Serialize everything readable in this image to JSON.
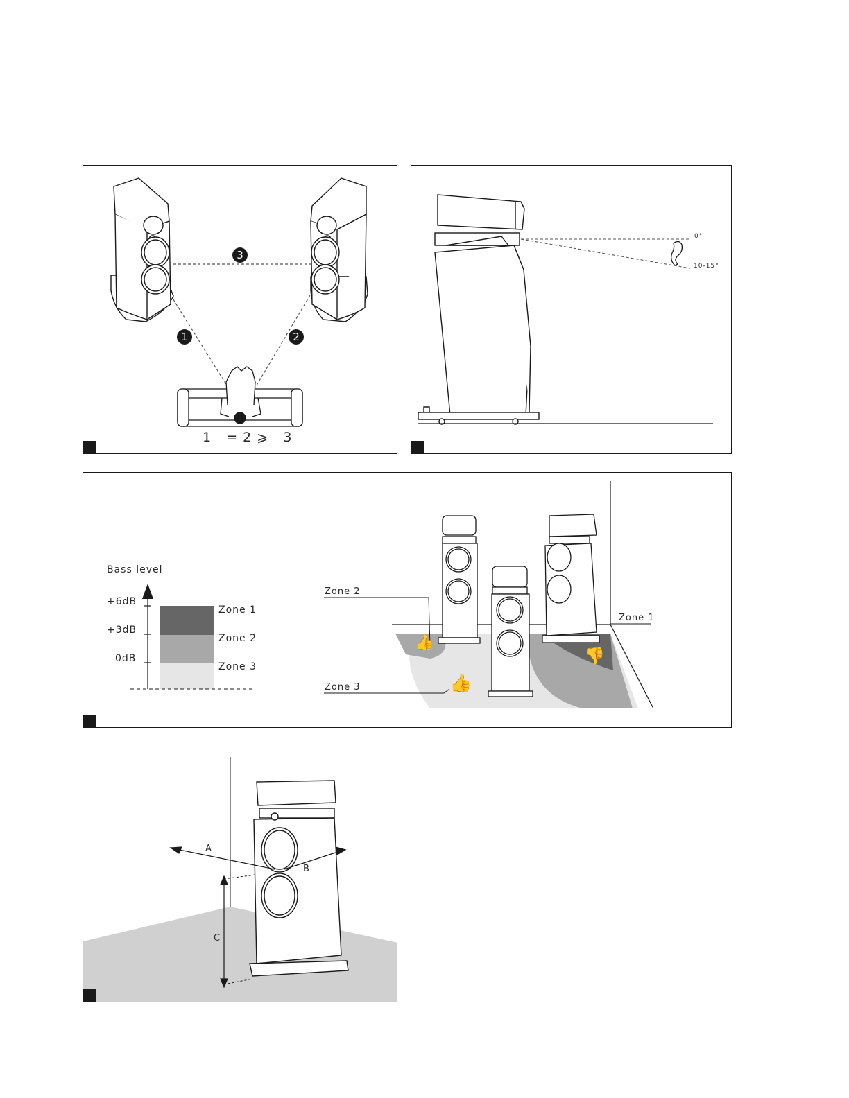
{
  "panel1": {
    "distance_markers": [
      "1",
      "2",
      "3"
    ],
    "equation": "1   = 2 ⩾   3"
  },
  "panel2": {
    "angle_0": "0°",
    "angle_tilt": "10-15°"
  },
  "panel3": {
    "bass_title": "Bass level",
    "levels": [
      "+6dB",
      "+3dB",
      "0dB"
    ],
    "zones": [
      {
        "label": "Zone 1",
        "color": "#666666"
      },
      {
        "label": "Zone 2",
        "color": "#a8a8a8"
      },
      {
        "label": "Zone 3",
        "color": "#e6e6e6"
      }
    ],
    "room_labels": {
      "zone1": "Zone 1",
      "zone2": "Zone 2",
      "zone3": "Zone 3"
    }
  },
  "panel4": {
    "dimensions": [
      "A",
      "B",
      "C"
    ]
  },
  "colors": {
    "ink": "#1a1a1a",
    "floor": "#d0d0d0",
    "link": "#2a3aa8"
  }
}
